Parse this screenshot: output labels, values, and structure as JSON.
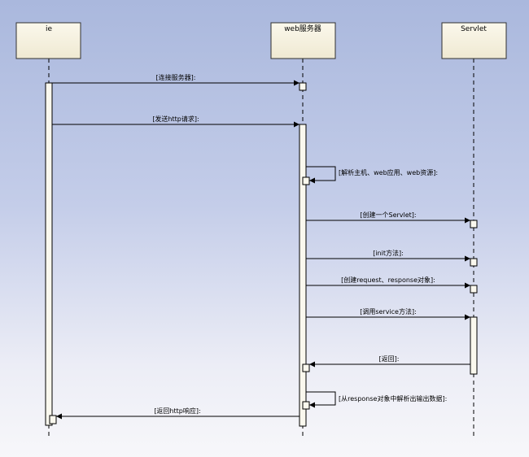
{
  "participants": [
    {
      "id": "ie",
      "label": "ie"
    },
    {
      "id": "web",
      "label": "web服务器"
    },
    {
      "id": "servlet",
      "label": "Servlet"
    }
  ],
  "messages": [
    {
      "id": "connect",
      "label": "[连接服务器]:"
    },
    {
      "id": "send-request",
      "label": "[发送http请求]:"
    },
    {
      "id": "parse",
      "label": "[解析主机、web应用、web资源]:"
    },
    {
      "id": "create-servlet",
      "label": "[创建一个Servlet]:"
    },
    {
      "id": "init",
      "label": "[init方法]:"
    },
    {
      "id": "create-objects",
      "label": "[创建request、response对象]:"
    },
    {
      "id": "call-service",
      "label": "[调用service方法]:"
    },
    {
      "id": "return",
      "label": "[返回]:"
    },
    {
      "id": "extract",
      "label": "[从response对象中解析出输出数据]:"
    },
    {
      "id": "return-response",
      "label": "[返回http响应]:"
    }
  ],
  "colors": {
    "box_fill": "#f6f2e2",
    "box_stroke": "#303030",
    "line": "#000000",
    "activation_fill": "#faf8ee"
  }
}
